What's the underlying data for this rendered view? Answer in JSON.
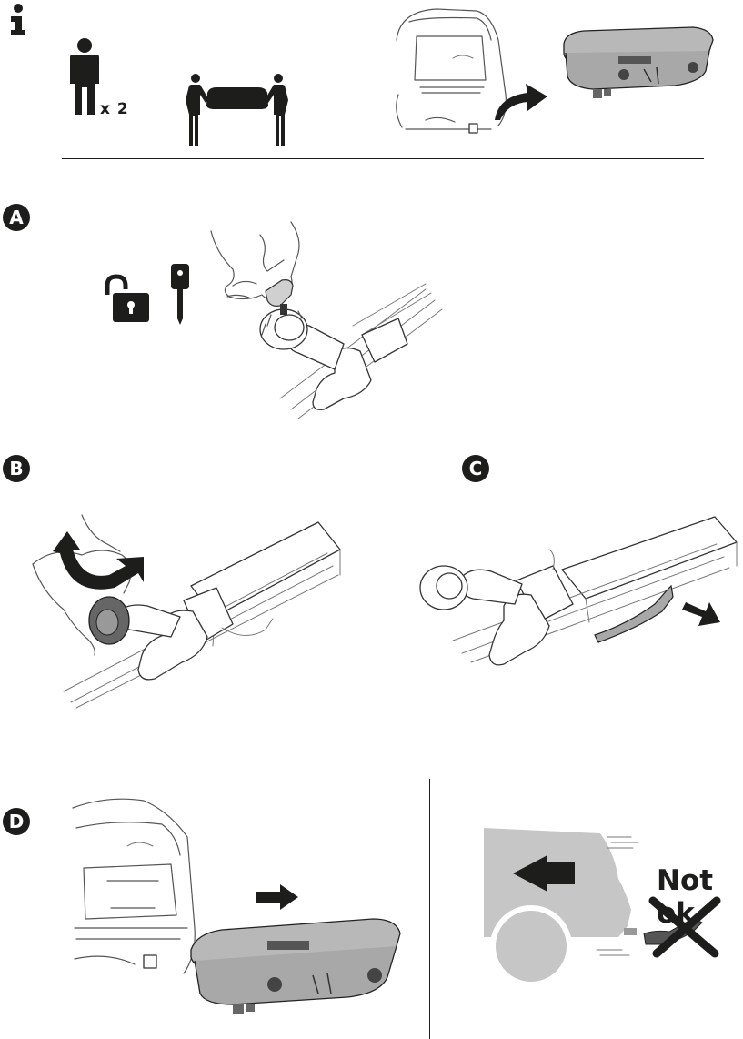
{
  "header": {
    "info_icon": "info-icon",
    "persons_count": "x 2"
  },
  "steps": {
    "a": "A",
    "b": "B",
    "c": "C",
    "d": "D"
  },
  "warning": {
    "label": "Not ok"
  },
  "colors": {
    "ink": "#1d1d1b",
    "panel_gray": "#c6c6c6",
    "badge": "#1d1d1b"
  }
}
